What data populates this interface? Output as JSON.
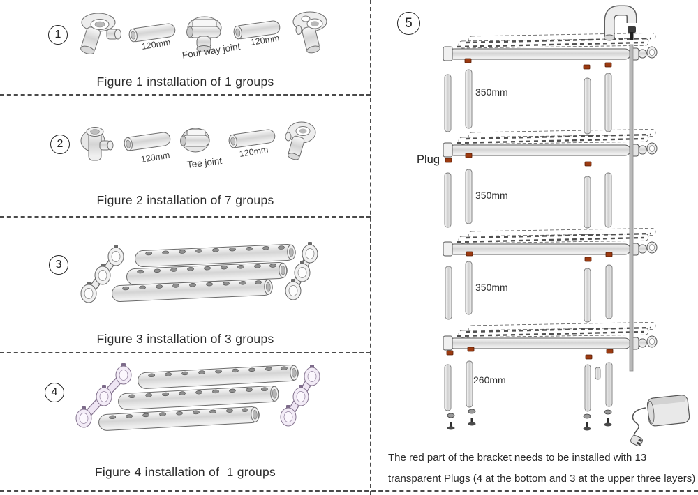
{
  "figures": {
    "fig1": {
      "number": "1",
      "pipe_label_1": "120mm",
      "joint_label": "Four way joint",
      "pipe_label_2": "120mm",
      "caption": "Figure 1 installation of 1 groups"
    },
    "fig2": {
      "number": "2",
      "pipe_label_1": "120mm",
      "joint_label": "Tee joint",
      "pipe_label_2": "120mm",
      "caption": "Figure 2 installation of 7 groups"
    },
    "fig3": {
      "number": "3",
      "caption": "Figure 3 installation of 3 groups"
    },
    "fig4": {
      "number": "4",
      "caption": "Figure 4 installation of  1 groups"
    },
    "fig5": {
      "number": "5",
      "plug_label": "Plug",
      "leg_dim_layer1": "350mm",
      "leg_dim_layer2": "350mm",
      "leg_dim_layer3": "350mm",
      "leg_dim_bottom": "260mm",
      "note_line1": "The red part of the bracket needs to be installed with 13",
      "note_line2": "transparent Plugs (4 at the bottom and 3 at the upper three layers)"
    }
  },
  "colors": {
    "plug_red": "#9c3a10"
  }
}
